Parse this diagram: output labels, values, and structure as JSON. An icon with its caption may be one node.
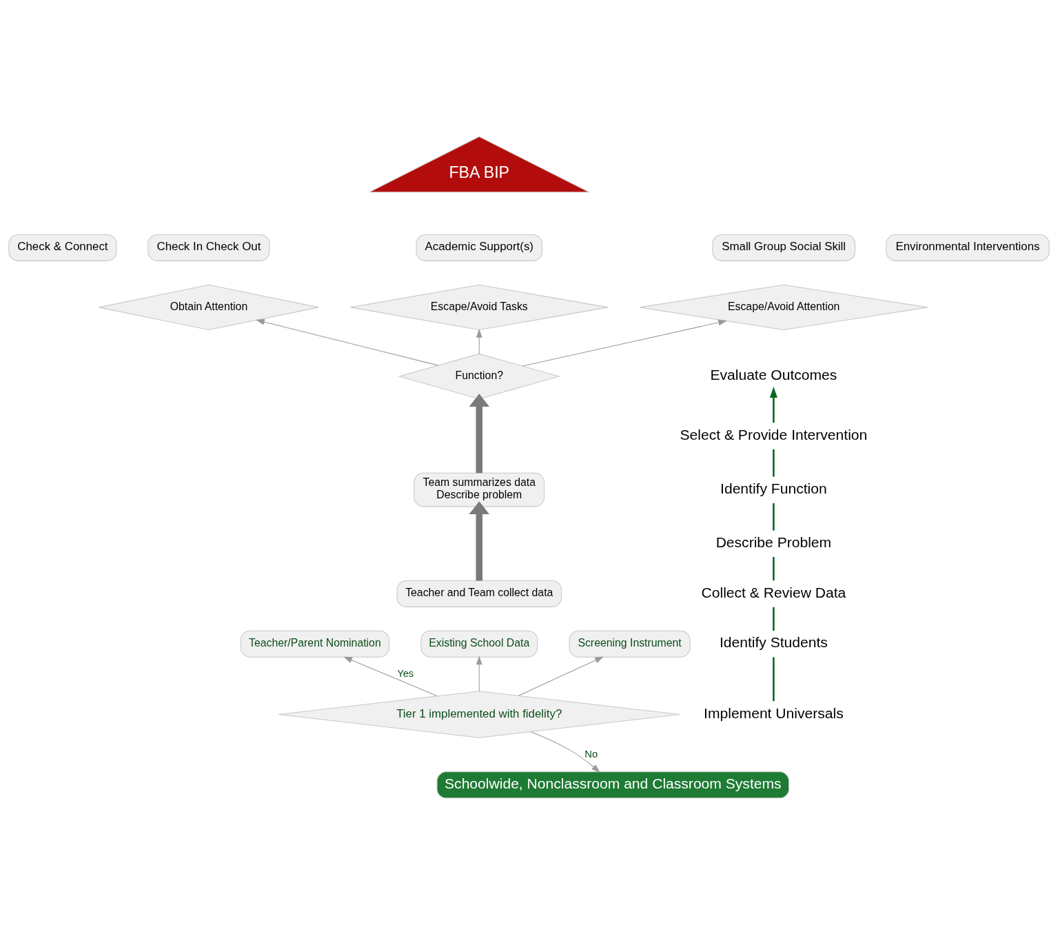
{
  "diagram": {
    "nodes": [
      {
        "text": [
          "FBA BIP"
        ]
      },
      {
        "text": [
          "Check & Connect"
        ]
      },
      {
        "text": [
          "Check In Check Out"
        ]
      },
      {
        "text": [
          "Academic Support(s)"
        ]
      },
      {
        "text": [
          "Small Group Social Skill"
        ]
      },
      {
        "text": [
          "Environmental Interventions"
        ]
      },
      {
        "text": [
          "Obtain Attention"
        ]
      },
      {
        "text": [
          "Escape/Avoid Tasks"
        ]
      },
      {
        "text": [
          "Escape/Avoid Attention"
        ]
      },
      {
        "text": [
          "Function?"
        ]
      },
      {
        "text": [
          "Team summarizes data",
          "Describe problem"
        ]
      },
      {
        "text": [
          "Teacher and Team collect data"
        ]
      },
      {
        "text": [
          "Teacher/Parent Nomination"
        ]
      },
      {
        "text": [
          "Existing School Data"
        ]
      },
      {
        "text": [
          "Screening Instrument"
        ]
      },
      {
        "text": [
          "Tier 1 implemented with fidelity?"
        ]
      },
      {
        "text": [
          "Schoolwide, Nonclassroom and Classroom Systems"
        ]
      },
      {
        "text": [
          "Evaluate Outcomes"
        ]
      },
      {
        "text": [
          "Select & Provide Intervention"
        ]
      },
      {
        "text": [
          "Identify Function"
        ]
      },
      {
        "text": [
          "Describe Problem"
        ]
      },
      {
        "text": [
          "Collect & Review Data"
        ]
      },
      {
        "text": [
          "Identify Students"
        ]
      },
      {
        "text": [
          "Implement Universals"
        ]
      }
    ],
    "edges": [
      {
        "from": 15,
        "to": 12,
        "arrow": "to",
        "label": "Yes"
      },
      {
        "from": 15,
        "to": 13,
        "arrow": "to"
      },
      {
        "from": 15,
        "to": 14,
        "arrow": "to"
      },
      {
        "from": 15,
        "to": 16,
        "arrow": "to",
        "label": "No"
      },
      {
        "from": 11,
        "to": 10,
        "arrow": "to",
        "style": "thick"
      },
      {
        "from": 10,
        "to": 9,
        "arrow": "to",
        "style": "thick"
      },
      {
        "from": 9,
        "to": 6,
        "arrow": "to"
      },
      {
        "from": 9,
        "to": 7,
        "arrow": "to"
      },
      {
        "from": 9,
        "to": 8,
        "arrow": "to"
      },
      {
        "from": 23,
        "to": 22,
        "arrow": "none",
        "color": "#0b6623"
      },
      {
        "from": 22,
        "to": 21,
        "arrow": "none",
        "color": "#0b6623"
      },
      {
        "from": 21,
        "to": 20,
        "arrow": "none",
        "color": "#0b6623"
      },
      {
        "from": 20,
        "to": 19,
        "arrow": "none",
        "color": "#0b6623"
      },
      {
        "from": 19,
        "to": 18,
        "arrow": "none",
        "color": "#0b6623"
      },
      {
        "from": 18,
        "to": 17,
        "arrow": "to",
        "color": "#0b6623"
      }
    ]
  }
}
